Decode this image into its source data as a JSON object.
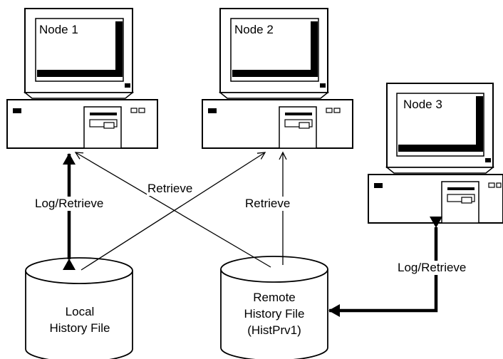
{
  "nodes": [
    {
      "label": "Node 1"
    },
    {
      "label": "Node 2"
    },
    {
      "label": "Node 3"
    }
  ],
  "files": [
    {
      "lines": [
        "Local",
        "History File"
      ]
    },
    {
      "lines": [
        "Remote",
        "History File",
        "(HistPrv1)"
      ]
    }
  ],
  "edges": {
    "local_log_retrieve": "Log/Retrieve",
    "retrieve_cross": "Retrieve",
    "retrieve_vertical": "Retrieve",
    "node3_log_retrieve": "Log/Retrieve"
  }
}
